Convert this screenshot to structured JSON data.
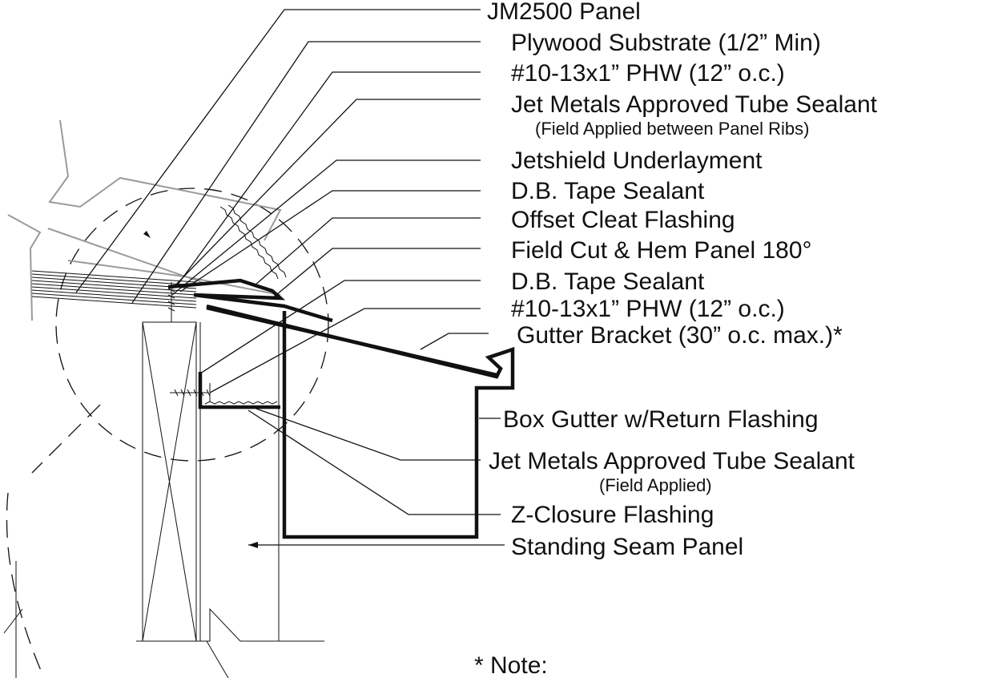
{
  "labels": [
    {
      "id": "jm2500-panel",
      "text": "JM2500 Panel",
      "sub": ""
    },
    {
      "id": "plywood-substrate",
      "text": "Plywood Substrate (1/2” Min)",
      "sub": ""
    },
    {
      "id": "phw-screw-top",
      "text": "#10-13x1” PHW (12” o.c.)",
      "sub": ""
    },
    {
      "id": "tube-sealant-top",
      "text": "Jet Metals Approved Tube Sealant",
      "sub": "(Field Applied between Panel Ribs)"
    },
    {
      "id": "jetshield-underlayment",
      "text": "Jetshield Underlayment",
      "sub": ""
    },
    {
      "id": "db-tape-sealant-top",
      "text": "D.B. Tape Sealant",
      "sub": ""
    },
    {
      "id": "offset-cleat-flashing",
      "text": "Offset Cleat Flashing",
      "sub": ""
    },
    {
      "id": "field-cut-hem",
      "text": "Field Cut & Hem Panel 180°",
      "sub": ""
    },
    {
      "id": "db-tape-sealant-bottom",
      "text": "D.B. Tape Sealant",
      "sub": ""
    },
    {
      "id": "phw-screw-bottom",
      "text": "#10-13x1” PHW (12” o.c.)",
      "sub": ""
    },
    {
      "id": "gutter-bracket",
      "text": "Gutter Bracket (30” o.c. max.)*",
      "sub": ""
    },
    {
      "id": "box-gutter",
      "text": "Box Gutter w/Return Flashing",
      "sub": ""
    },
    {
      "id": "tube-sealant-bottom",
      "text": "Jet Metals Approved Tube Sealant",
      "sub": "(Field Applied)"
    },
    {
      "id": "z-closure-flashing",
      "text": "Z-Closure Flashing",
      "sub": ""
    },
    {
      "id": "standing-seam-panel",
      "text": "Standing Seam Panel",
      "sub": ""
    }
  ],
  "note": "* Note:"
}
